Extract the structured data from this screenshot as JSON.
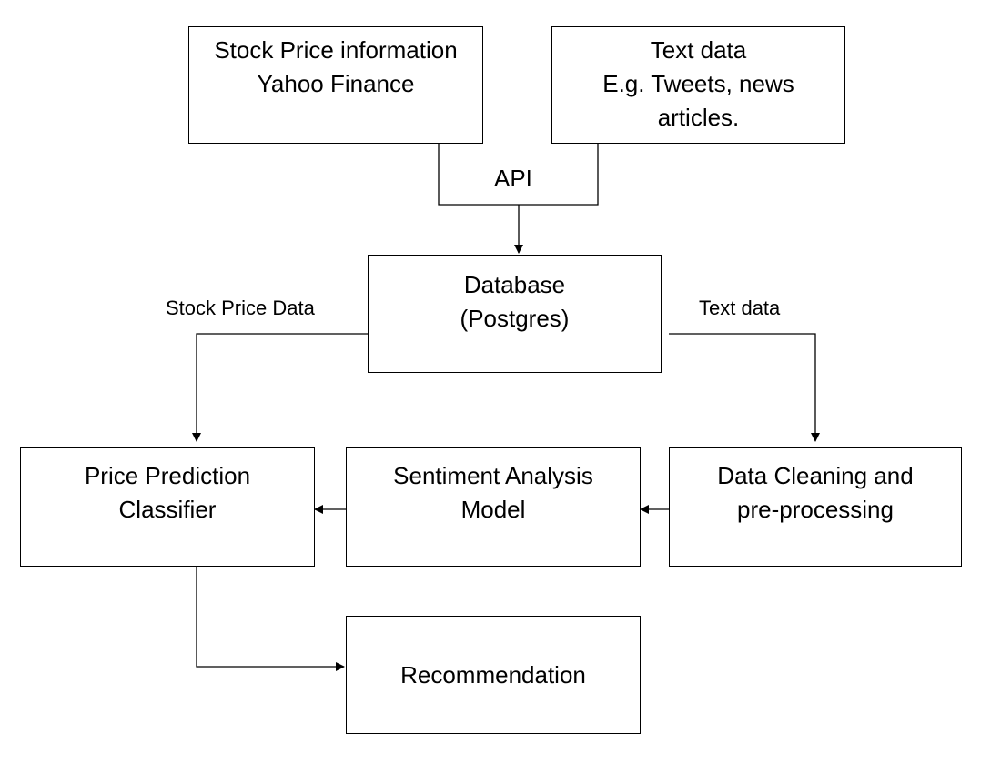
{
  "nodes": {
    "stock_source": {
      "lines": [
        "Stock Price information",
        "Yahoo Finance"
      ]
    },
    "text_source": {
      "lines": [
        "Text data",
        "E.g. Tweets, news",
        "articles."
      ]
    },
    "database": {
      "lines": [
        "Database",
        "(Postgres)"
      ]
    },
    "price_classifier": {
      "lines": [
        "Price Prediction",
        "Classifier"
      ]
    },
    "sentiment_model": {
      "lines": [
        "Sentiment Analysis",
        "Model"
      ]
    },
    "data_cleaning": {
      "lines": [
        "Data Cleaning and",
        "pre-processing"
      ]
    },
    "recommendation": {
      "lines": [
        "Recommendation"
      ]
    }
  },
  "edge_labels": {
    "api": "API",
    "stock_price_data": "Stock Price Data",
    "text_data": "Text data"
  }
}
